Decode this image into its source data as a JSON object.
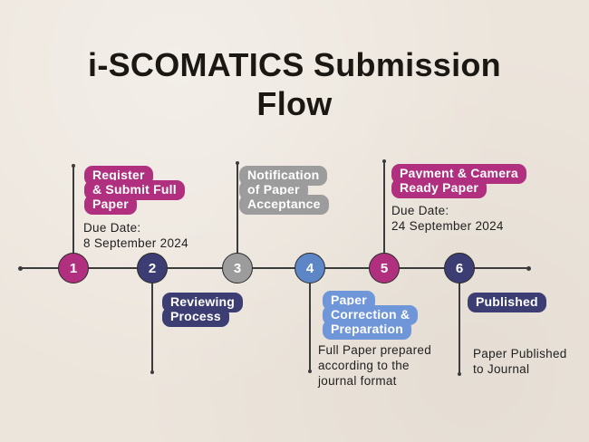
{
  "title_lines": [
    "i-SCOMATICS Submission",
    "Flow"
  ],
  "colors": {
    "magenta": "#b0307f",
    "navy": "#3b3d73",
    "gray": "#9c9c9c",
    "blue": "#6f96d8",
    "blue_dark": "#5d86c7",
    "line": "#3c3c3c",
    "text": "#1f1f1f",
    "background": "#ece5dc",
    "badge_text": "#ffffff"
  },
  "steps": [
    {
      "number": "1",
      "label_lines": [
        "Register",
        "& Submit Full",
        "Paper"
      ],
      "note_lines": [
        "Due Date:",
        "8 September 2024"
      ]
    },
    {
      "number": "2",
      "label_lines": [
        "Reviewing",
        "Process"
      ]
    },
    {
      "number": "3",
      "label_lines": [
        "Notification",
        "of Paper",
        "Acceptance"
      ]
    },
    {
      "number": "4",
      "label_lines": [
        "Paper",
        "Correction &",
        "Preparation"
      ],
      "note_lines": [
        "Full Paper prepared",
        "according to the",
        "journal format"
      ]
    },
    {
      "number": "5",
      "label_lines": [
        "Payment & Camera",
        "Ready Paper"
      ],
      "note_lines": [
        "Due Date:",
        "24 September 2024"
      ]
    },
    {
      "number": "6",
      "label_lines": [
        "Published"
      ],
      "note_lines": [
        "Paper Published",
        "to Journal"
      ]
    }
  ]
}
